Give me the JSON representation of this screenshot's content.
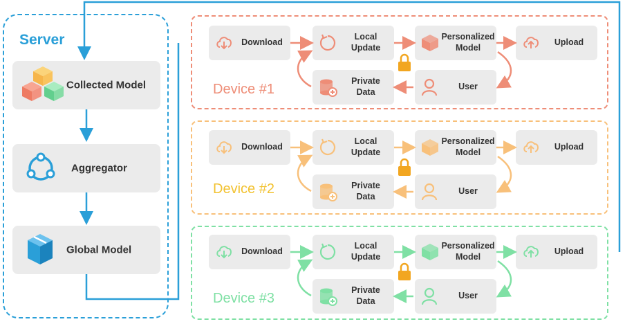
{
  "server": {
    "title": "Server",
    "collected_label": "Collected Model",
    "aggregator_label": "Aggregator",
    "global_label": "Global Model",
    "color": "#2a9fd8"
  },
  "devices": [
    {
      "label": "Device #1",
      "color": "#ee8d77",
      "download": "Download",
      "local_update": "Local\nUpdate",
      "personalized": "Personalized\nModel",
      "upload": "Upload",
      "private_data": "Private\nData",
      "user": "User"
    },
    {
      "label": "Device #2",
      "color": "#f8c07a",
      "label_color": "#f2c230",
      "download": "Download",
      "local_update": "Local\nUpdate",
      "personalized": "Personalized\nModel",
      "upload": "Upload",
      "private_data": "Private\nData",
      "user": "User"
    },
    {
      "label": "Device #3",
      "color": "#7fe0a4",
      "download": "Download",
      "local_update": "Local\nUpdate",
      "personalized": "Personalized\nModel",
      "upload": "Upload",
      "private_data": "Private\nData",
      "user": "User"
    }
  ]
}
